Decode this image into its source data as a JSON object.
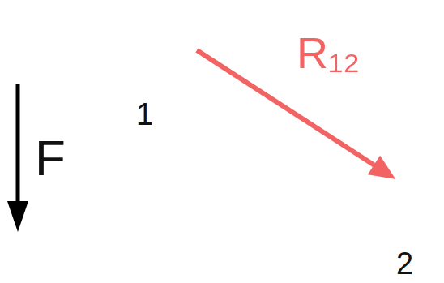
{
  "diagram": {
    "nodes": [
      {
        "text": [
          "1"
        ]
      },
      {
        "text": [
          "2"
        ]
      }
    ],
    "edges": [
      {
        "from": 0,
        "to": 1,
        "arrow": "to",
        "label": "R₁₂"
      }
    ],
    "labels": [
      "F"
    ]
  }
}
